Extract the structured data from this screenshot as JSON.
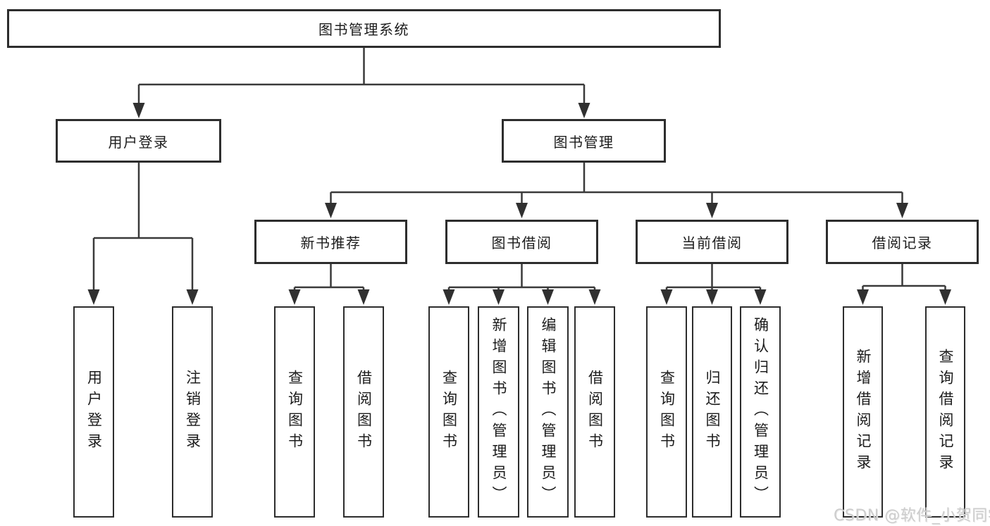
{
  "nodes": {
    "root": {
      "label": "图书管理系统"
    },
    "level2": [
      {
        "label": "用户登录"
      },
      {
        "label": "图书管理"
      }
    ],
    "level3": [
      {
        "parent": "图书管理",
        "label": "新书推荐"
      },
      {
        "parent": "图书管理",
        "label": "图书借阅"
      },
      {
        "parent": "图书管理",
        "label": "当前借阅"
      },
      {
        "parent": "图书管理",
        "label": "借阅记录"
      }
    ],
    "leaves": [
      {
        "parent": "用户登录",
        "label": "用户登录"
      },
      {
        "parent": "用户登录",
        "label": "注销登录"
      },
      {
        "parent": "新书推荐",
        "label": "查询图书"
      },
      {
        "parent": "新书推荐",
        "label": "借阅图书"
      },
      {
        "parent": "图书借阅",
        "label": "查询图书"
      },
      {
        "parent": "图书借阅",
        "label": "新增图书（管理员）"
      },
      {
        "parent": "图书借阅",
        "label": "编辑图书（管理员）"
      },
      {
        "parent": "图书借阅",
        "label": "借阅图书"
      },
      {
        "parent": "当前借阅",
        "label": "查询图书"
      },
      {
        "parent": "当前借阅",
        "label": "归还图书"
      },
      {
        "parent": "当前借阅",
        "label": "确认归还（管理员）"
      },
      {
        "parent": "借阅记录",
        "label": "新增借阅记录"
      },
      {
        "parent": "借阅记录",
        "label": "查询借阅记录"
      }
    ]
  },
  "watermark": {
    "text": "CSDN @软件_小贺同学"
  },
  "colors": {
    "background": "#ffffff",
    "line": "#3a3a3a",
    "box_border": "#2d2d2d",
    "text": "#1c1c1c",
    "watermark": "#cbcbcb"
  }
}
